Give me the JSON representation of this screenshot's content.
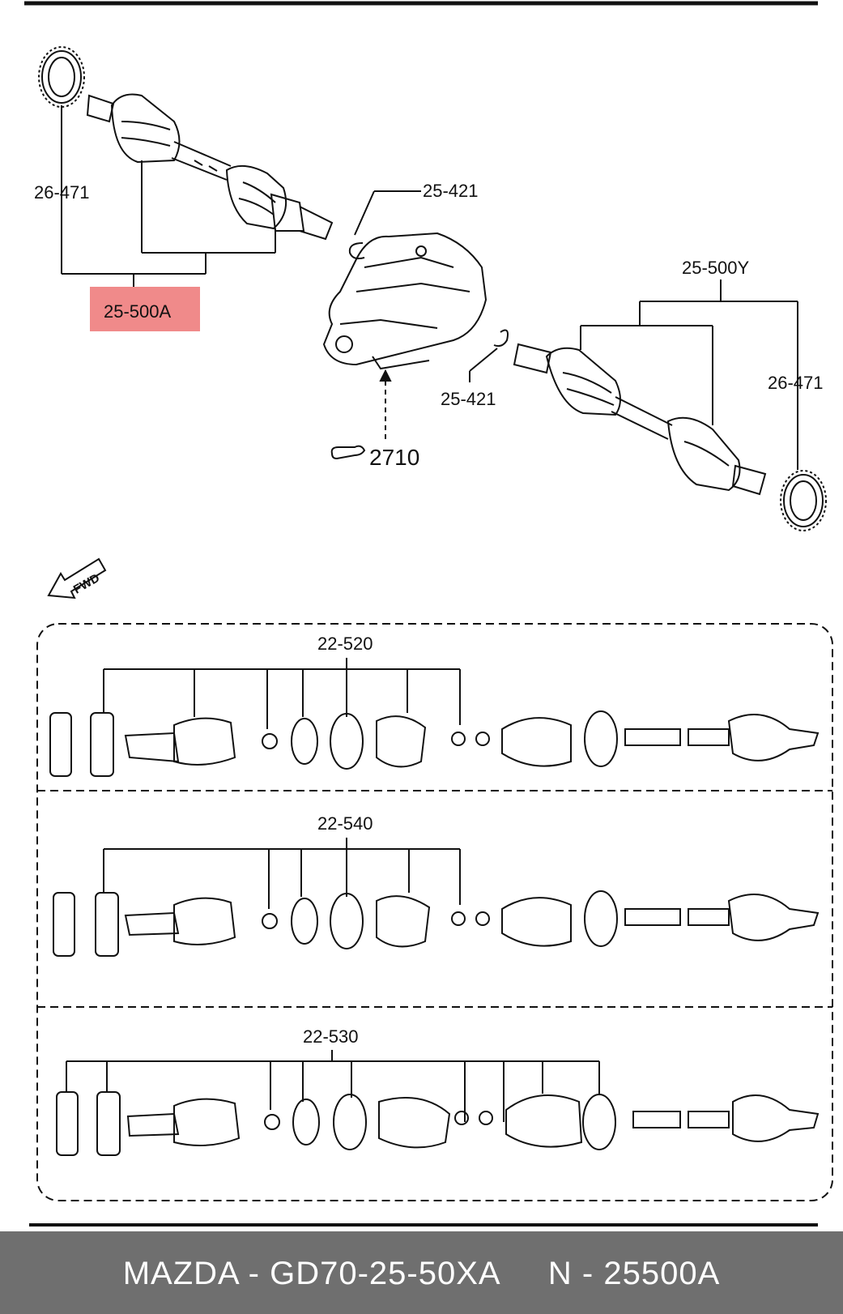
{
  "diagram": {
    "callouts": {
      "c26471_left": "26-471",
      "c25500a": "25-500A",
      "c25421_top": "25-421",
      "c25500y": "25-500Y",
      "c26471_right": "26-471",
      "c25421_mid": "25-421",
      "c2710": "2710",
      "fwd": "FWD"
    },
    "highlight_color": "#f08a8a",
    "kits": [
      {
        "label": "22-520"
      },
      {
        "label": "22-540"
      },
      {
        "label": "22-530"
      }
    ]
  },
  "footer": {
    "text": "MAZDA - GD70-25-50XA     N - 25500A"
  }
}
